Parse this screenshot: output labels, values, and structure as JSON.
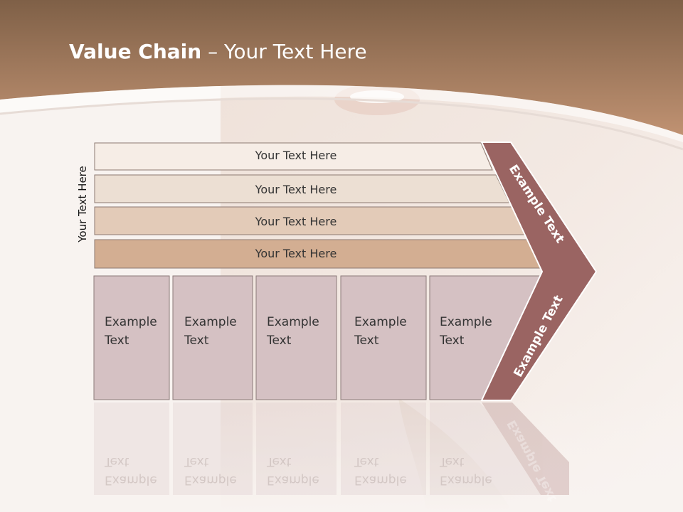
{
  "slide": {
    "title_bold": "Value Chain",
    "title_rest": " – Your Text Here",
    "side_label": "Your Text Here"
  },
  "bars": [
    {
      "label": "Your Text Here",
      "fill": "#f6ede6"
    },
    {
      "label": "Your Text Here",
      "fill": "#ecdfd3"
    },
    {
      "label": "Your Text Here",
      "fill": "#e3cbb8"
    },
    {
      "label": "Your Text Here",
      "fill": "#d3ae92"
    }
  ],
  "boxes": [
    {
      "line1": "Example",
      "line2": "Text"
    },
    {
      "line1": "Example",
      "line2": "Text"
    },
    {
      "line1": "Example",
      "line2": "Text"
    },
    {
      "line1": "Example",
      "line2": "Text"
    },
    {
      "line1": "Example",
      "line2": "Text"
    }
  ],
  "chevron": {
    "upper_label": "Example Text",
    "lower_label": "Example Text",
    "fill": "#9a6462"
  },
  "colors": {
    "header_brown": "#a8805e",
    "box_fill": "#d5c1c3",
    "box_stroke": "#8c7a79"
  }
}
